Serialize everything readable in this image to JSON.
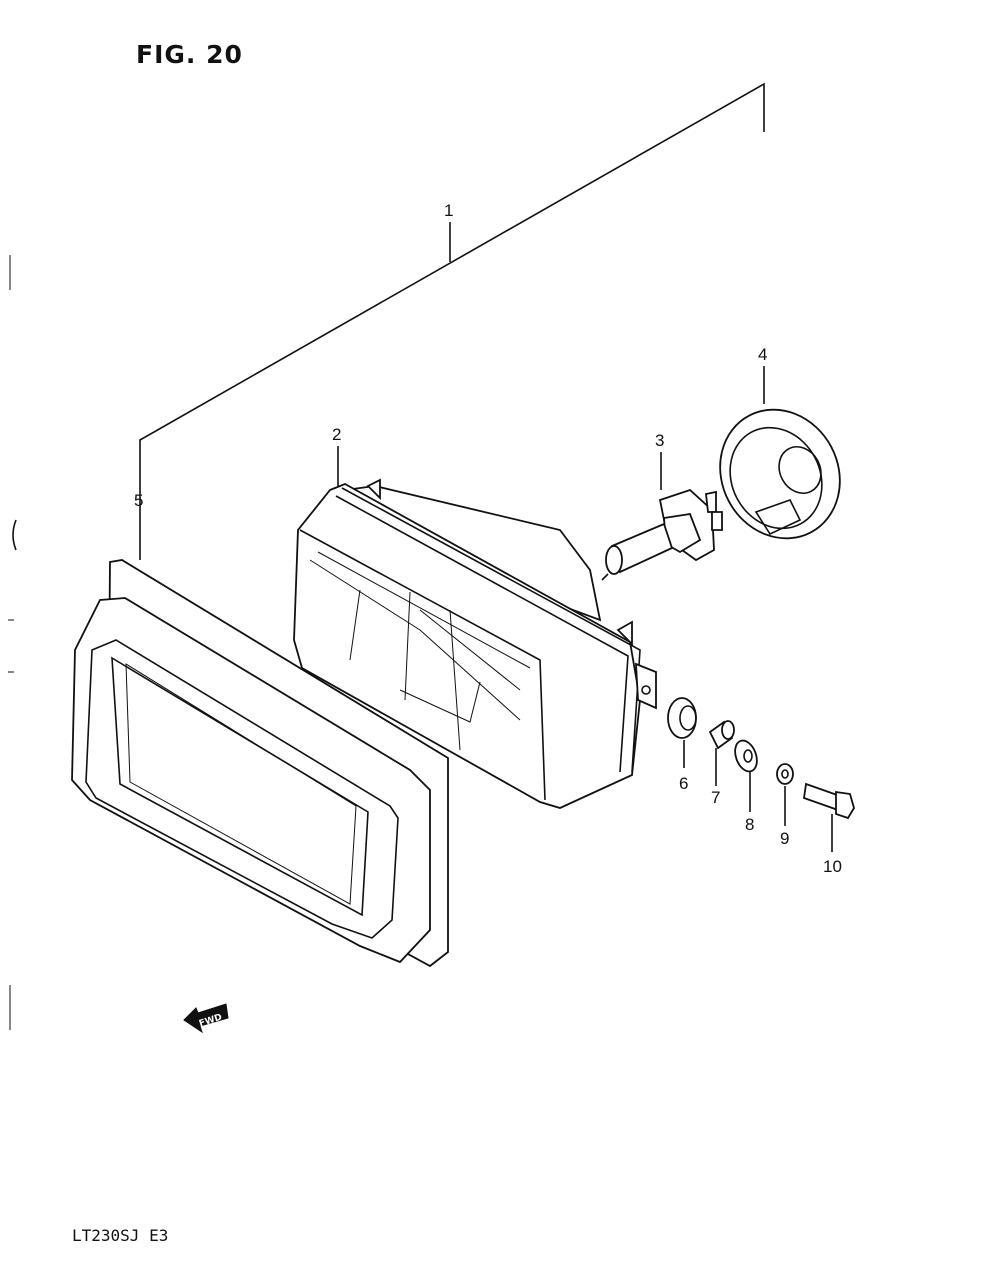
{
  "figure": {
    "title": "FIG. 20",
    "model": "LT230SJ  E3",
    "fwd_label": "FWD"
  },
  "callouts": [
    {
      "id": "1",
      "part": "headlight-assembly"
    },
    {
      "id": "2",
      "part": "headlight-unit"
    },
    {
      "id": "3",
      "part": "bulb"
    },
    {
      "id": "4",
      "part": "socket-cover"
    },
    {
      "id": "5",
      "part": "headlight-rim"
    },
    {
      "id": "6",
      "part": "cushion"
    },
    {
      "id": "7",
      "part": "spacer"
    },
    {
      "id": "8",
      "part": "washer"
    },
    {
      "id": "9",
      "part": "lock-washer"
    },
    {
      "id": "10",
      "part": "bolt"
    }
  ],
  "colors": {
    "ink": "#111111",
    "paper": "#ffffff"
  }
}
